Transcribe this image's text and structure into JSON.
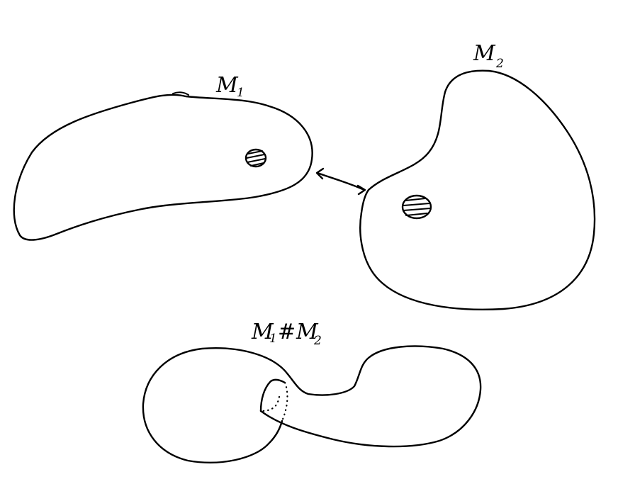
{
  "labels": {
    "m1": {
      "main": "M",
      "sub": "1"
    },
    "m2": {
      "main": "M",
      "sub": "2"
    },
    "sum": {
      "left_main": "M",
      "left_sub": "1",
      "op": "#",
      "right_main": "M",
      "right_sub": "2"
    }
  },
  "colors": {
    "ink": "#000000",
    "background": "#ffffff"
  }
}
